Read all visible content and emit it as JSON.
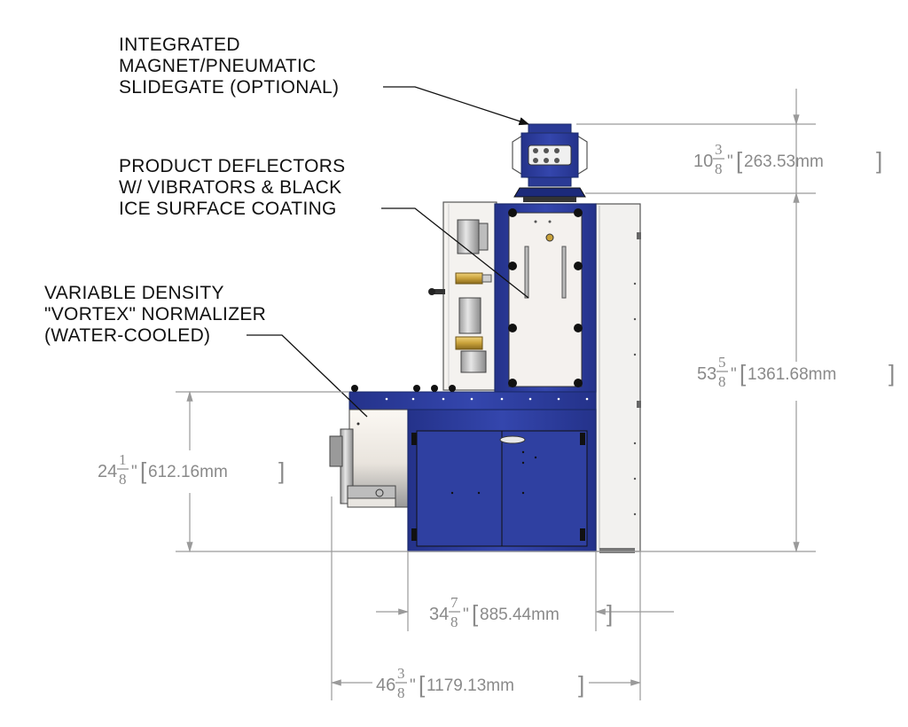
{
  "callouts": {
    "slidegate": [
      "INTEGRATED",
      "MAGNET/PNEUMATIC",
      "SLIDEGATE (OPTIONAL)"
    ],
    "deflectors": [
      "PRODUCT DEFLECTORS",
      "W/ VIBRATORS & BLACK",
      "ICE SURFACE COATING"
    ],
    "normalizer": [
      "VARIABLE DENSITY",
      "\"VORTEX\" NORMALIZER",
      "(WATER-COOLED)"
    ]
  },
  "dimensions": {
    "slidegate_height": {
      "whole": "10",
      "num": "3",
      "den": "8",
      "inch": "\"",
      "metric": "263.53mm"
    },
    "total_height": {
      "whole": "53",
      "num": "5",
      "den": "8",
      "inch": "\"",
      "metric": "1361.68mm"
    },
    "base_height": {
      "whole": "24",
      "num": "1",
      "den": "8",
      "inch": "\"",
      "metric": "612.16mm"
    },
    "cabinet_width": {
      "whole": "34",
      "num": "7",
      "den": "8",
      "inch": "\"",
      "metric": "885.44mm"
    },
    "total_width": {
      "whole": "46",
      "num": "3",
      "den": "8",
      "inch": "\"",
      "metric": "1179.13mm"
    }
  },
  "colors": {
    "frame_blue": "#2e3f9e",
    "panel_white": "#f4f1ee",
    "brass": "#c8a13a",
    "dimension_gray": "#8a8a8a"
  }
}
